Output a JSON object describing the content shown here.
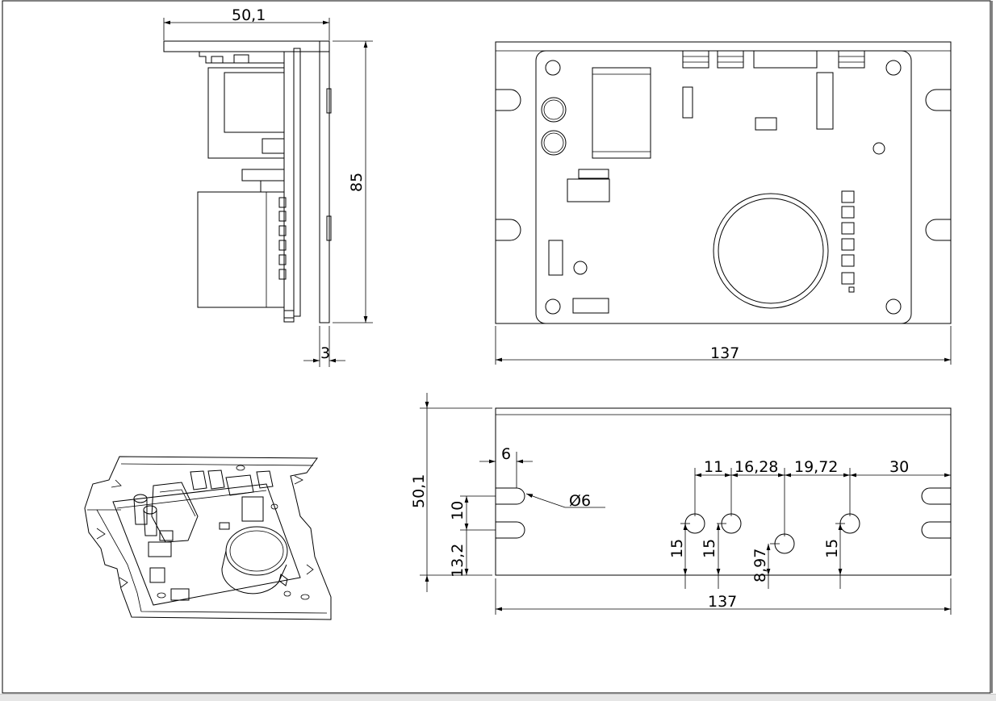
{
  "dimensions": {
    "side_width": "50,1",
    "side_height": "85",
    "side_thickness": "3",
    "top_width": "137",
    "front_height": "50,1",
    "slot_edge": "6",
    "hole_diameter": "Ø6",
    "slot_gap": "10",
    "slot_offset": "13,2",
    "spacing_1": "11",
    "spacing_2": "16,28",
    "spacing_3": "19,72",
    "spacing_4": "30",
    "hole_height_1": "15",
    "hole_height_2": "15",
    "hole_height_3": "8,97",
    "hole_height_4": "15",
    "front_width": "137"
  },
  "colors": {
    "line": "#000000",
    "background": "#ffffff"
  }
}
